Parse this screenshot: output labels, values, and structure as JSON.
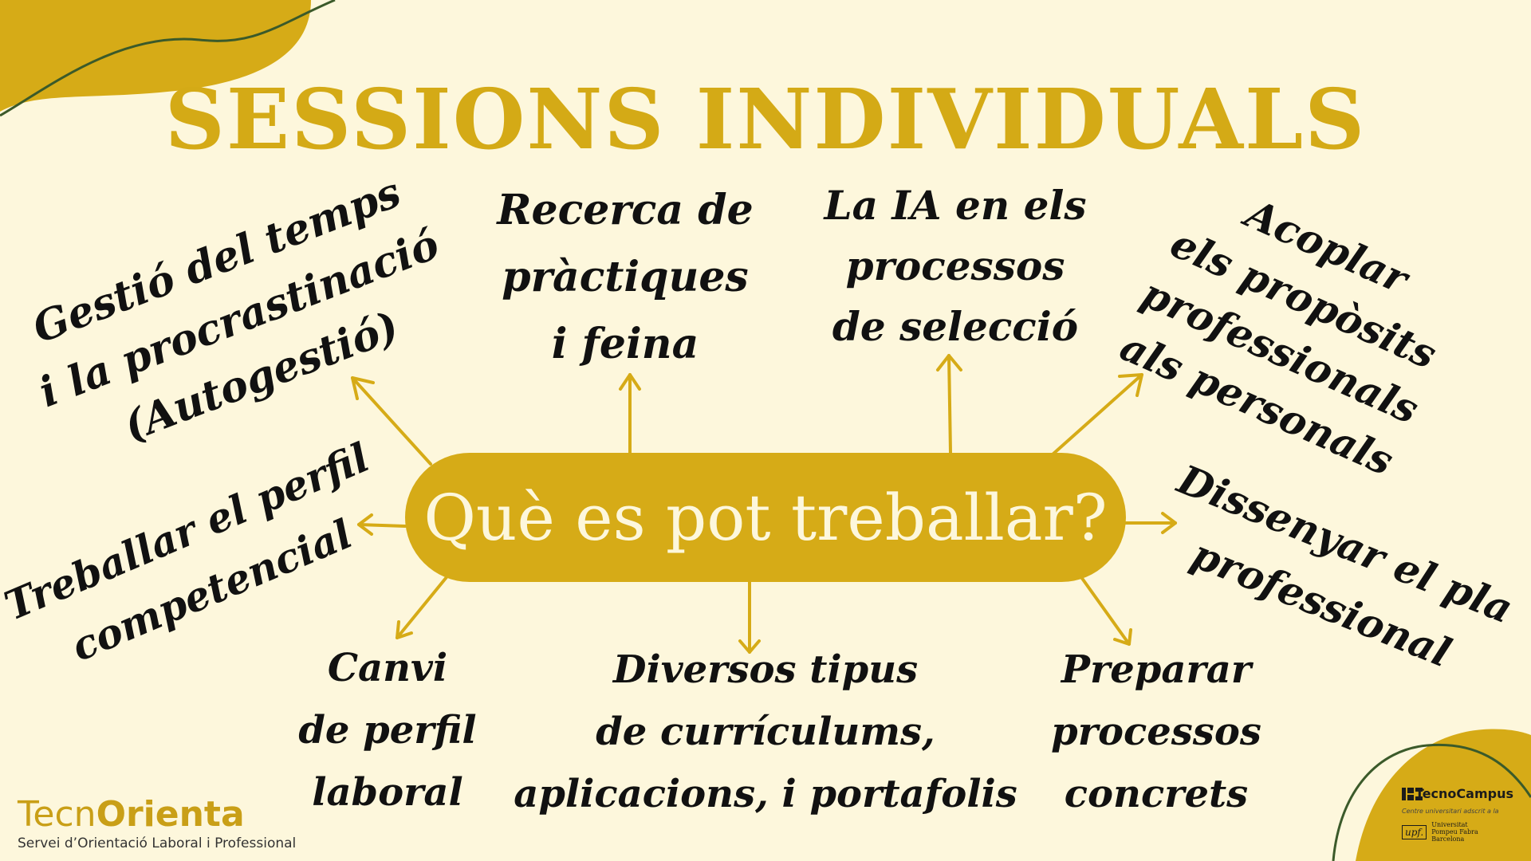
{
  "title": "SESSIONS INDIVIDUALS",
  "center_question": "Què es pot treballar?",
  "topics": {
    "time_management": [
      "Gestió del temps",
      "i la procrastinació",
      "(Autogestió)"
    ],
    "internship_search": [
      "Recerca de",
      "pràctiques",
      "i feina"
    ],
    "ai_selection": [
      "La IA en els",
      "processos",
      "de selecció"
    ],
    "align_purposes": [
      "Acoplar",
      "els propòsits",
      "professionals",
      "als personals"
    ],
    "competency_profile": [
      "Treballar el perfil",
      "competencial"
    ],
    "career_plan": [
      "Dissenyar el pla",
      "professional"
    ],
    "profile_change": [
      "Canvi",
      "de perfil",
      "laboral"
    ],
    "cv_types": [
      "Diversos tipus",
      "de currículums,",
      "aplicacions, i portafolis"
    ],
    "prepare_processes": [
      "Preparar",
      "processos",
      "concrets"
    ]
  },
  "logo": {
    "name_light": "Tecn",
    "name_bold": "Orienta",
    "subtitle": "Servei d’Orientació Laboral i Professional"
  },
  "partner": {
    "name": "TecnoCampus",
    "affiliation": "Centre universitari adscrit a la",
    "upf_mark": "upf.",
    "upf_lines": [
      "Universitat",
      "Pompeu Fabra",
      "Barcelona"
    ]
  },
  "colors": {
    "background": "#fdf7dc",
    "accent": "#d6ab17",
    "text": "#111111",
    "line": "#3b5a2a"
  }
}
